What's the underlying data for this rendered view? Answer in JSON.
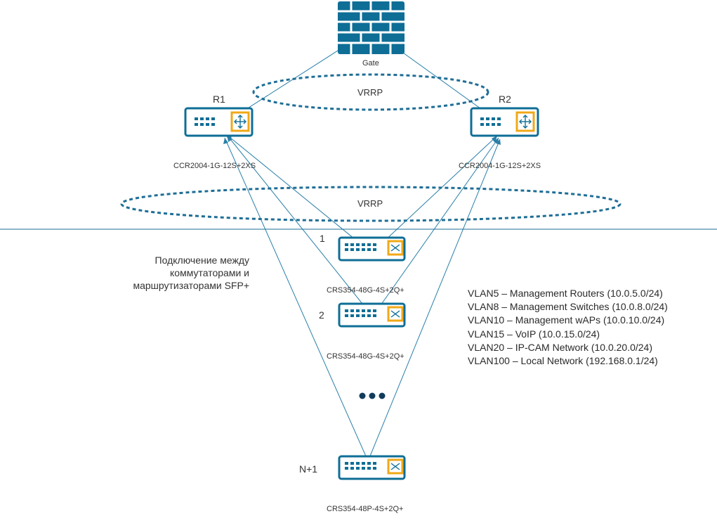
{
  "nodes": {
    "gate": {
      "label": "Gate"
    },
    "r1": {
      "name": "R1",
      "model": "CCR2004-1G-12S+2XS"
    },
    "r2": {
      "name": "R2",
      "model": "CCR2004-1G-12S+2XS"
    },
    "sw1": {
      "index": "1",
      "model": "CRS354-48G-4S+2Q+"
    },
    "sw2": {
      "index": "2",
      "model": "CRS354-48G-4S+2Q+"
    },
    "swn": {
      "index": "N+1",
      "model": "CRS354-48P-4S+2Q+"
    }
  },
  "vrrp_top": "VRRP",
  "vrrp_bottom": "VRRP",
  "note": [
    "Подключение между",
    "коммутаторами и",
    "маршрутизаторами SFP+"
  ],
  "vlans": [
    "VLAN5 – Management Routers (10.0.5.0/24)",
    "VLAN8 – Management Switches (10.0.8.0/24)",
    "VLAN10 – Management wAPs (10.0.10.0/24)",
    "VLAN15 – VoIP (10.0.15.0/24)",
    "VLAN20 – IP-CAM Network (10.0.20.0/24)",
    "VLAN100 – Local Network (192.168.0.1/24)"
  ],
  "colors": {
    "line": "#2a7fa8",
    "device": "#0e6e96",
    "accent": "#f0a818",
    "divider": "#1e6e96"
  },
  "icons": [
    "firewall-icon",
    "router-icon",
    "switch-icon",
    "ellipsis-icon"
  ]
}
